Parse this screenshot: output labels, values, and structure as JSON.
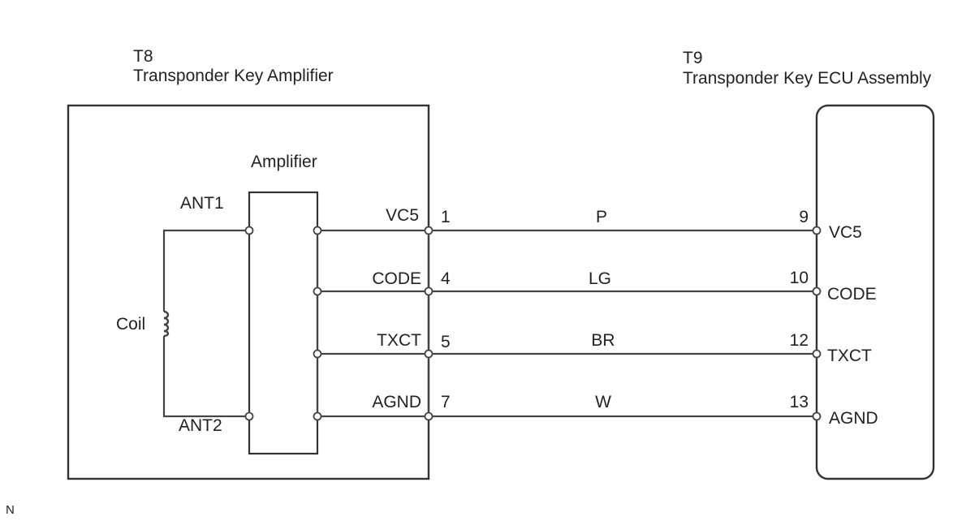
{
  "left_component": {
    "code": "T8",
    "name": "Transponder Key Amplifier",
    "amplifier_label": "Amplifier",
    "coil_label": "Coil",
    "ant1_label": "ANT1",
    "ant2_label": "ANT2",
    "pins": [
      {
        "name": "VC5",
        "number": "1"
      },
      {
        "name": "CODE",
        "number": "4"
      },
      {
        "name": "TXCT",
        "number": "5"
      },
      {
        "name": "AGND",
        "number": "7"
      }
    ]
  },
  "right_component": {
    "code": "T9",
    "name": "Transponder Key ECU Assembly",
    "pins": [
      {
        "name": "VC5",
        "number": "9"
      },
      {
        "name": "CODE",
        "number": "10"
      },
      {
        "name": "TXCT",
        "number": "12"
      },
      {
        "name": "AGND",
        "number": "13"
      }
    ]
  },
  "wires": [
    {
      "color_code": "P"
    },
    {
      "color_code": "LG"
    },
    {
      "color_code": "BR"
    },
    {
      "color_code": "W"
    }
  ],
  "corner_mark": "N"
}
